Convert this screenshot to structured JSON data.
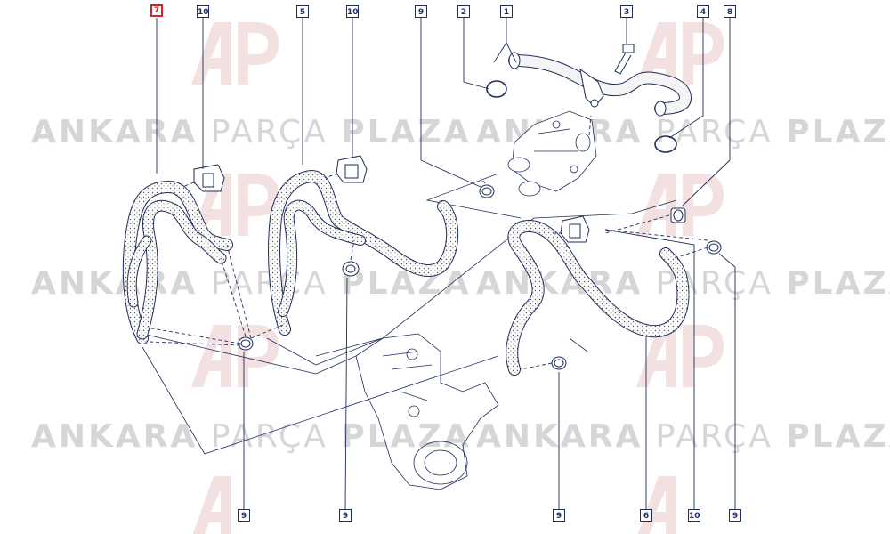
{
  "watermark": {
    "brand": "ANKARA",
    "mid": "PARÇA",
    "end": "PLAZA",
    "logo": "AP-logo"
  },
  "callouts": [
    {
      "id": "c7",
      "label": "7",
      "highlighted": true
    },
    {
      "id": "c10a",
      "label": "10"
    },
    {
      "id": "c5",
      "label": "5"
    },
    {
      "id": "c10b",
      "label": "10"
    },
    {
      "id": "c9a",
      "label": "9"
    },
    {
      "id": "c2",
      "label": "2"
    },
    {
      "id": "c1",
      "label": "1"
    },
    {
      "id": "c3",
      "label": "3"
    },
    {
      "id": "c4",
      "label": "4"
    },
    {
      "id": "c8",
      "label": "8"
    },
    {
      "id": "c9b",
      "label": "9"
    },
    {
      "id": "c9c",
      "label": "9"
    },
    {
      "id": "c9d",
      "label": "9"
    },
    {
      "id": "c6",
      "label": "6"
    },
    {
      "id": "c10c",
      "label": "10"
    },
    {
      "id": "c9e",
      "label": "9"
    }
  ],
  "colors": {
    "line": "#1e2d5a",
    "highlight": "#d0232a",
    "watermark": "#d6d6d6",
    "hose_dots": "#555555"
  }
}
